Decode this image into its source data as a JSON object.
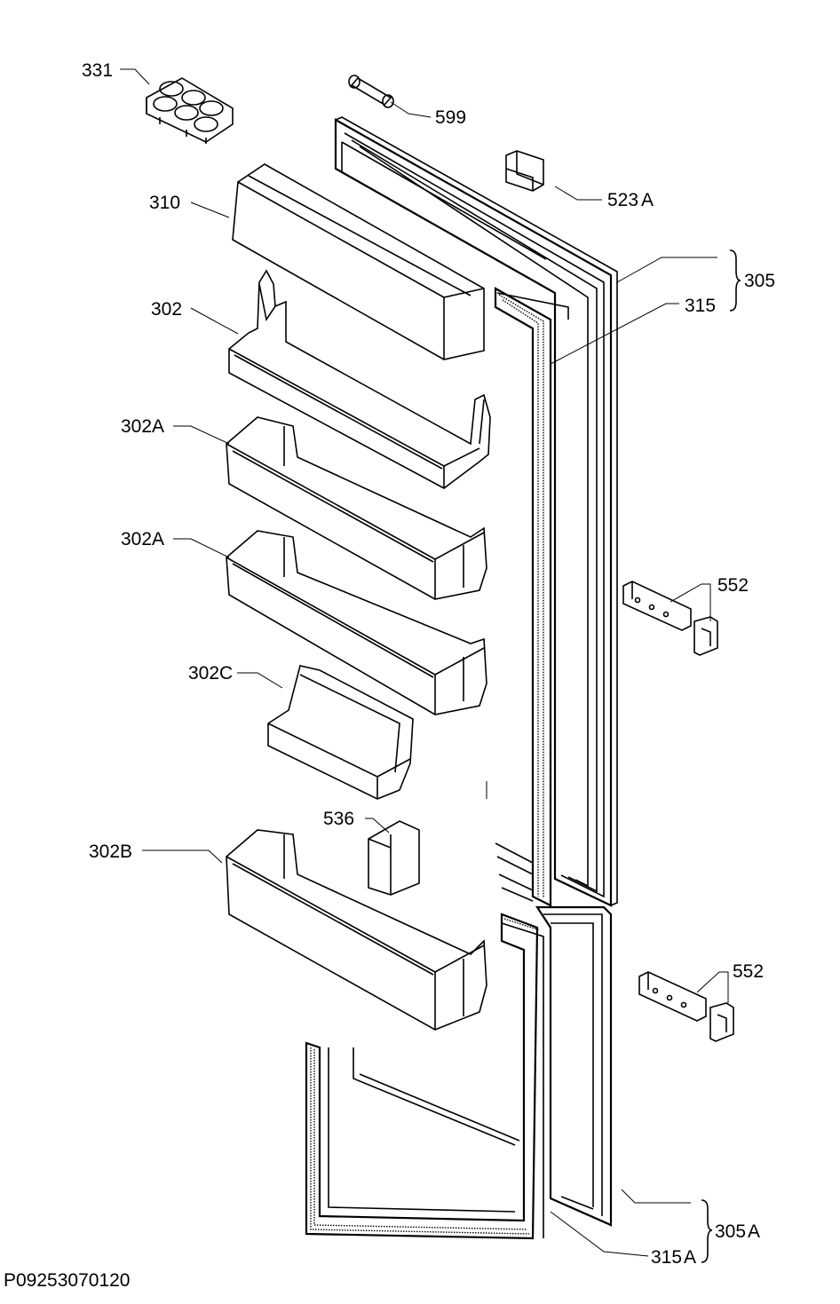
{
  "labels": {
    "p331": "331",
    "p599": "599",
    "p523a": "523",
    "p523a_suffix": "A",
    "p310": "310",
    "p305": "305",
    "p315": "315",
    "p302": "302",
    "p302a_1": "302A",
    "p302a_2": "302A",
    "p302c": "302C",
    "p552_1": "552",
    "p552_2": "552",
    "p536": "536",
    "p302b": "302B",
    "p305a": "305",
    "p305a_suffix": "A",
    "p315a": "315",
    "p315a_suffix": "A"
  },
  "drawing_code": "P09253070120"
}
